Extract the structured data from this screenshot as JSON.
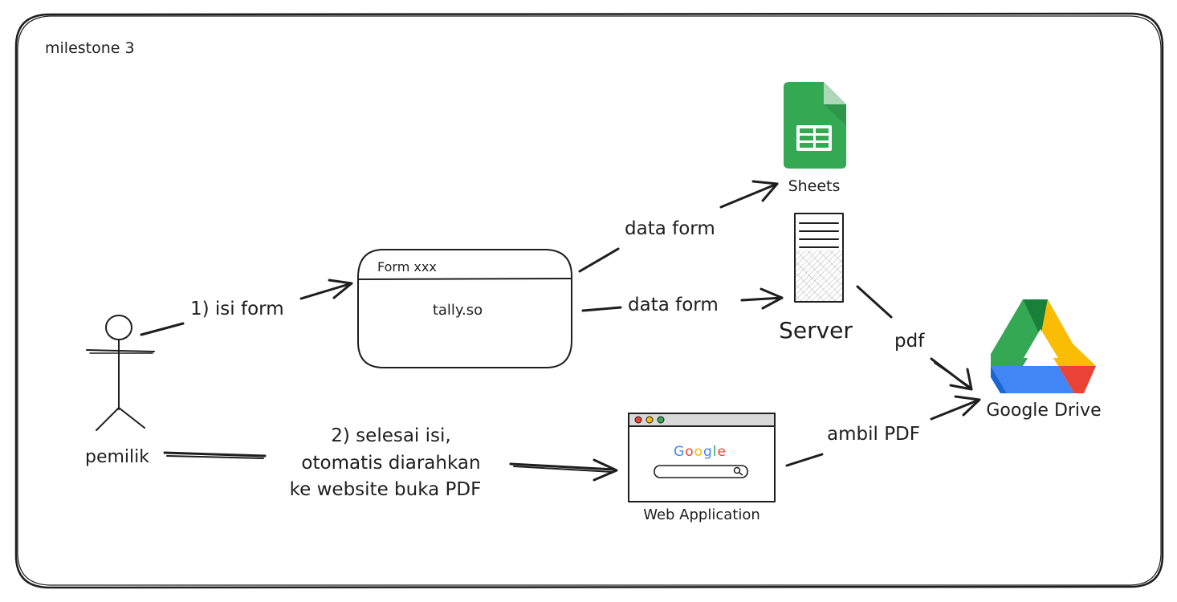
{
  "frame": {
    "title": "milestone 3"
  },
  "actor": {
    "label": "pemilik"
  },
  "form": {
    "header": "Form xxx",
    "body": "tally.so"
  },
  "sheets": {
    "label": "Sheets",
    "icon": "google-sheets-icon",
    "color": "#34a853"
  },
  "server": {
    "label": "Server",
    "icon": "server-icon"
  },
  "drive": {
    "label": "Google Drive",
    "icon": "google-drive-icon",
    "colors": {
      "green": "#34a853",
      "yellow": "#fbbc04",
      "blue": "#4285f4",
      "red": "#ea4335",
      "dark_green": "#188038"
    }
  },
  "webapp": {
    "label": "Web Application",
    "logo": "Google",
    "icon": "browser-window-icon"
  },
  "edges": {
    "isi_form": "1) isi form",
    "data_form_sheets": "data form",
    "data_form_server": "data form",
    "pdf": "pdf",
    "ambil_pdf": "ambil PDF",
    "selesai_line1": "2) selesai isi,",
    "selesai_line2": "otomatis diarahkan",
    "selesai_line3": "ke website buka PDF"
  }
}
